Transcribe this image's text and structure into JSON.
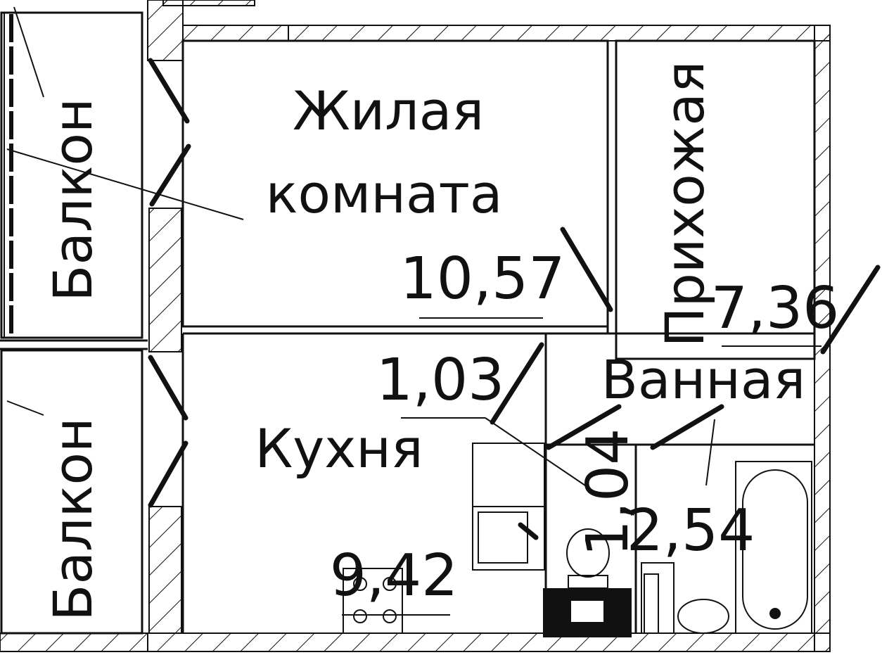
{
  "rooms": {
    "living": {
      "name_line1": "Жилая",
      "name_line2": "комната",
      "area": "10,57"
    },
    "hall": {
      "name": "Прихожая",
      "area": "7,36"
    },
    "bath": {
      "name": "Ванная",
      "area": "2,54"
    },
    "kitchen": {
      "name": "Кухня",
      "area": "9,42"
    },
    "balcony_top": {
      "name": "Балкон",
      "area": "1,03"
    },
    "balcony_bottom": {
      "name": "Балкон"
    },
    "toilet": {
      "area": "1,04"
    }
  },
  "colors": {
    "ink": "#111111",
    "background": "#ffffff"
  }
}
